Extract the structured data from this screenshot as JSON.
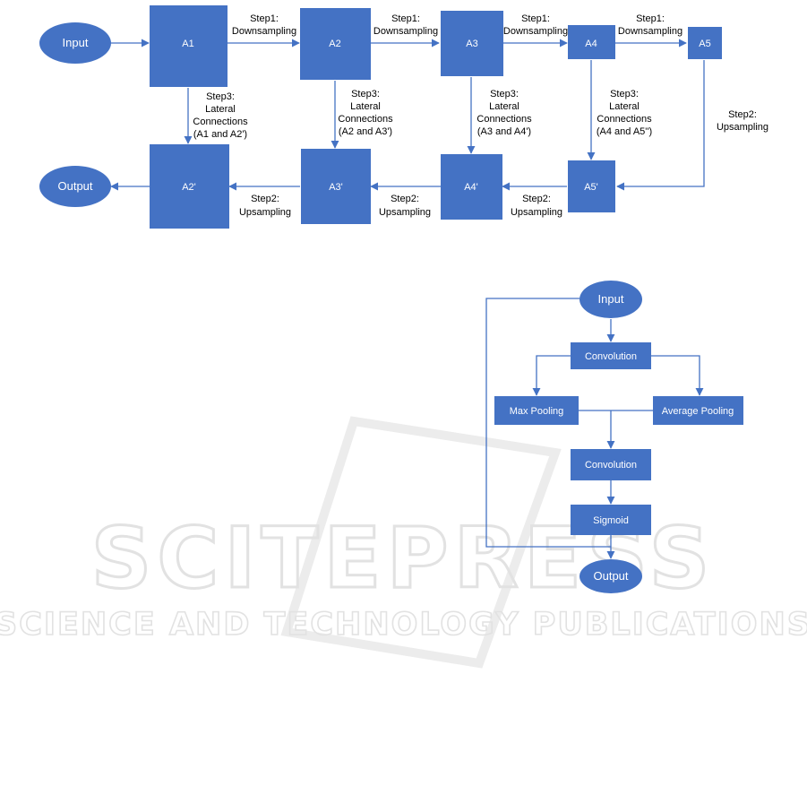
{
  "colors": {
    "node_fill": "#4472c4",
    "edge": "#4472c4",
    "text_on_node": "#ffffff",
    "label_text": "#000000",
    "watermark": "#e2e2e2"
  },
  "watermark": {
    "line1": "SCITEPRESS",
    "line2": "SCIENCE AND TECHNOLOGY PUBLICATIONS"
  },
  "fpn": {
    "nodes": {
      "input": "Input",
      "a1": "A1",
      "a2": "A2",
      "a3": "A3",
      "a4": "A4",
      "a5": "A5",
      "a5p": "A5'",
      "a4p": "A4'",
      "a3p": "A3'",
      "a2p": "A2'",
      "output": "Output"
    },
    "step1": {
      "line1": "Step1:",
      "line2": "Downsampling"
    },
    "step2": {
      "line1": "Step2:",
      "line2": "Upsampling"
    },
    "lateral": {
      "line1": "Step3:",
      "line2": "Lateral",
      "line3": "Connections",
      "c1": "(A1 and A2')",
      "c2": "(A2 and A3')",
      "c3": "(A3 and A4')",
      "c4": "(A4 and A5'')"
    }
  },
  "attention": {
    "input": "Input",
    "conv1": "Convolution",
    "maxpool": "Max Pooling",
    "avgpool": "Average Pooling",
    "conv2": "Convolution",
    "sigmoid": "Sigmoid",
    "output": "Output"
  }
}
